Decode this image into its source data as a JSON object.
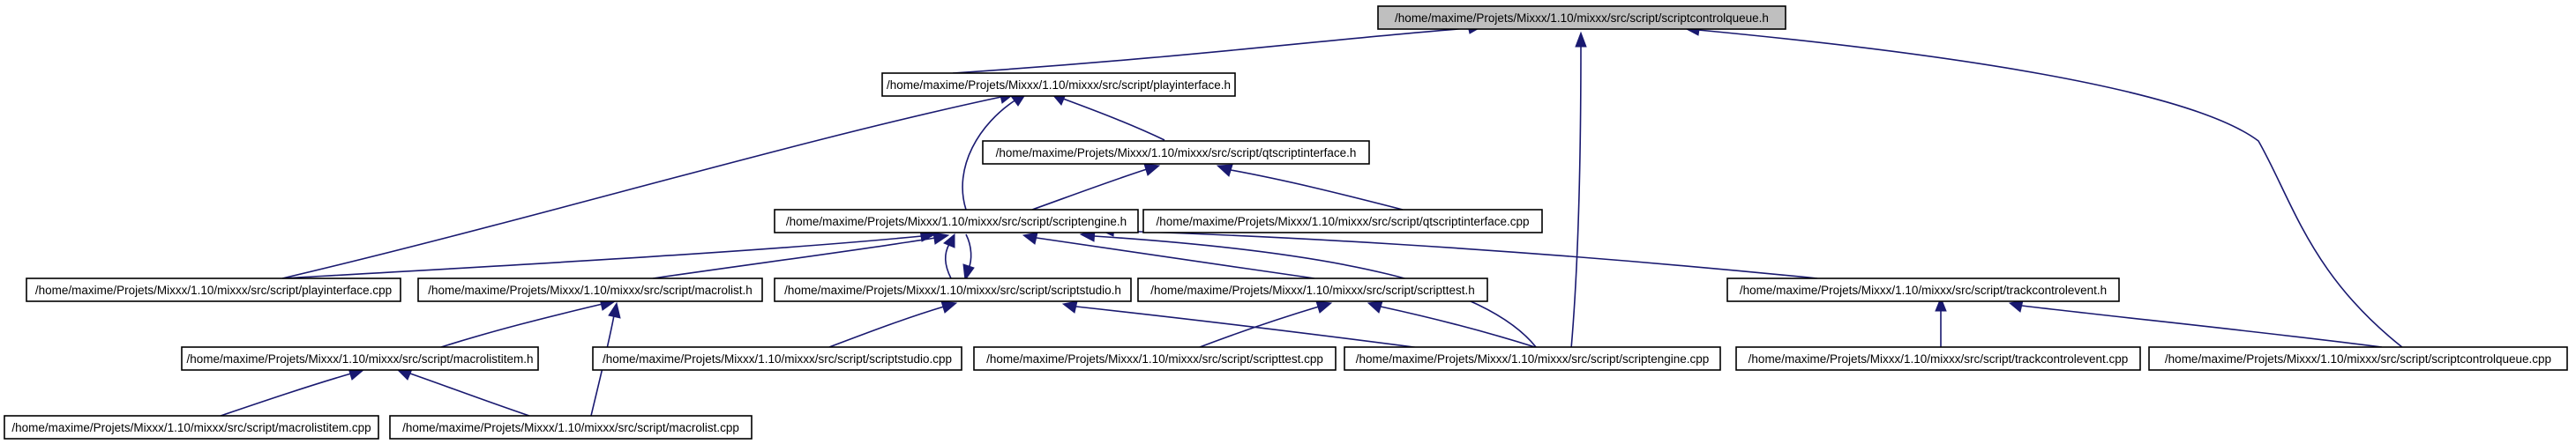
{
  "diagram": {
    "nodes": {
      "scriptcontrolqueue_h": "/home/maxime/Projets/Mixxx/1.10/mixxx/src/script/scriptcontrolqueue.h",
      "playinterface_h": "/home/maxime/Projets/Mixxx/1.10/mixxx/src/script/playinterface.h",
      "qtscriptinterface_h": "/home/maxime/Projets/Mixxx/1.10/mixxx/src/script/qtscriptinterface.h",
      "scriptengine_h": "/home/maxime/Projets/Mixxx/1.10/mixxx/src/script/scriptengine.h",
      "qtscriptinterface_cpp": "/home/maxime/Projets/Mixxx/1.10/mixxx/src/script/qtscriptinterface.cpp",
      "playinterface_cpp": "/home/maxime/Projets/Mixxx/1.10/mixxx/src/script/playinterface.cpp",
      "macrolist_h": "/home/maxime/Projets/Mixxx/1.10/mixxx/src/script/macrolist.h",
      "scriptstudio_h": "/home/maxime/Projets/Mixxx/1.10/mixxx/src/script/scriptstudio.h",
      "scripttest_h": "/home/maxime/Projets/Mixxx/1.10/mixxx/src/script/scripttest.h",
      "trackcontrolevent_h": "/home/maxime/Projets/Mixxx/1.10/mixxx/src/script/trackcontrolevent.h",
      "macrolistitem_h": "/home/maxime/Projets/Mixxx/1.10/mixxx/src/script/macrolistitem.h",
      "scriptstudio_cpp": "/home/maxime/Projets/Mixxx/1.10/mixxx/src/script/scriptstudio.cpp",
      "scripttest_cpp": "/home/maxime/Projets/Mixxx/1.10/mixxx/src/script/scripttest.cpp",
      "scriptengine_cpp": "/home/maxime/Projets/Mixxx/1.10/mixxx/src/script/scriptengine.cpp",
      "trackcontrolevent_cpp": "/home/maxime/Projets/Mixxx/1.10/mixxx/src/script/trackcontrolevent.cpp",
      "scriptcontrolqueue_cpp": "/home/maxime/Projets/Mixxx/1.10/mixxx/src/script/scriptcontrolqueue.cpp",
      "macrolistitem_cpp": "/home/maxime/Projets/Mixxx/1.10/mixxx/src/script/macrolistitem.cpp",
      "macrolist_cpp": "/home/maxime/Projets/Mixxx/1.10/mixxx/src/script/macrolist.cpp"
    }
  }
}
